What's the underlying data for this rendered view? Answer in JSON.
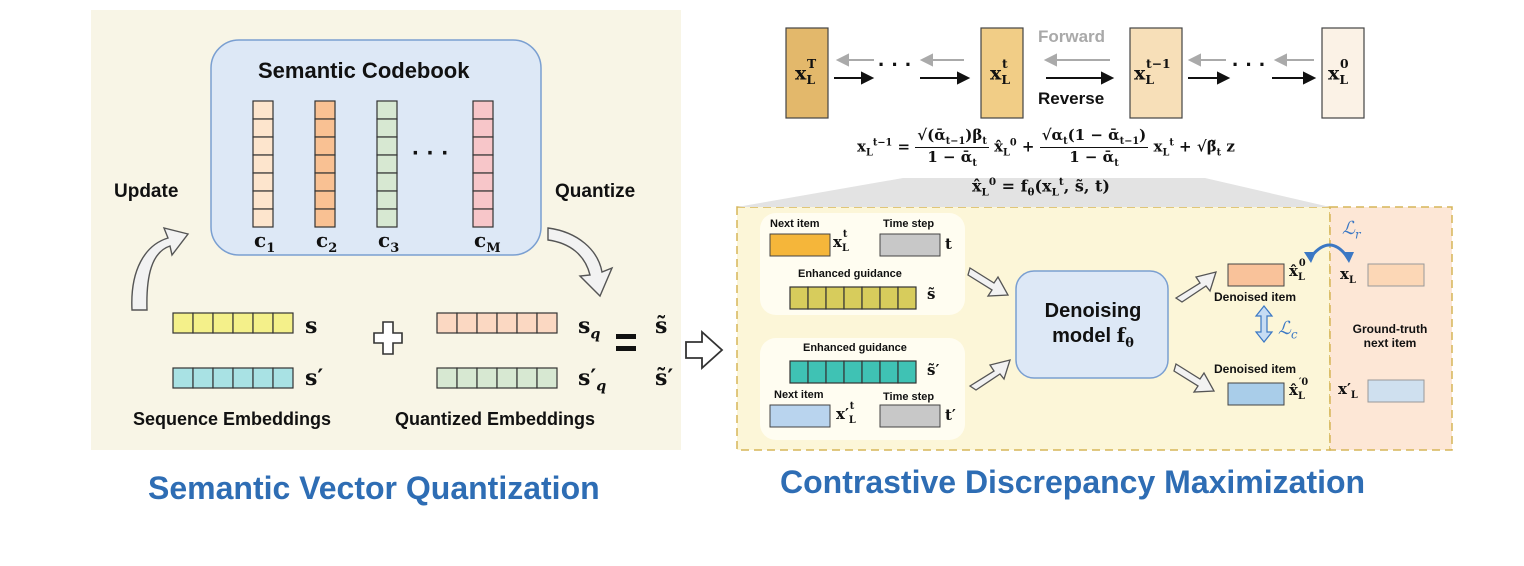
{
  "left": {
    "codebook_title": "Semantic Codebook",
    "codes": [
      "c",
      "c",
      "c",
      "c"
    ],
    "code_subs": [
      "1",
      "2",
      "3",
      "M"
    ],
    "dots": "· · ·",
    "update": "Update",
    "quantize": "Quantize",
    "s": "s",
    "s_prime": "s′",
    "sq": "s",
    "sq_sub": "q",
    "sqp": "s′",
    "sqp_sub": "q",
    "s_tilde": "s̃",
    "s_tilde_prime": "s̃′",
    "seq_emb": "Sequence Embeddings",
    "quant_emb": "Quantized Embeddings",
    "title": "Semantic Vector Quantization",
    "colors": {
      "yellow": "#f4f08a",
      "cyan": "#a9e2e4",
      "peach": "#fbd8c2",
      "mint": "#d7e8d2",
      "codebook_bg": "#dde8f6"
    }
  },
  "right": {
    "forward": "Forward",
    "reverse": "Reverse",
    "xT": "x",
    "xt": "x",
    "xt1": "x",
    "x0": "x",
    "chain_dots": "· · ·",
    "eq1_lhs": "x",
    "eq2": "x̂",
    "next_item": "Next item",
    "time_step": "Time step",
    "enhanced_guidance": "Enhanced guidance",
    "t": "t",
    "t_prime": "t′",
    "s_tilde": "s̃",
    "s_tilde_prime": "s̃′",
    "denoising_model": "Denoising",
    "denoising_model2": "model",
    "denoised_item": "Denoised item",
    "ground_truth": "Ground-truth",
    "next_item2": "next item",
    "L_r": "ℒ",
    "L_r_sub": "r",
    "L_c": "ℒ",
    "L_c_sub": "c",
    "title": "Contrastive Discrepancy Maximization",
    "colors": {
      "xT": "#e3b86b",
      "xt": "#f1cd86",
      "xt1": "#f7dfb8",
      "x0": "#fbf2e6",
      "orange": "#f5b63a",
      "gray": "#c8c8c8",
      "olive": "#d7cc5c",
      "teal": "#3fc2b4",
      "blue": "#b9d4ee"
    }
  }
}
